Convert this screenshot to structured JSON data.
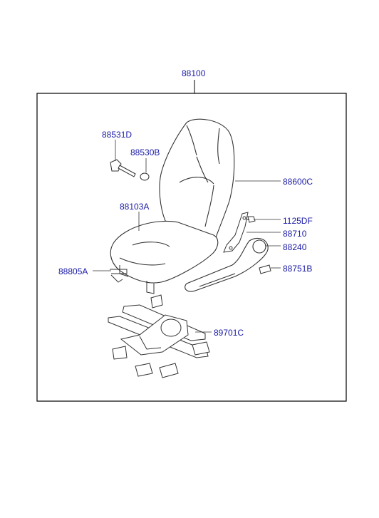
{
  "assembly": {
    "part_number": "88100"
  },
  "parts": [
    {
      "id": "seat-back",
      "part_number": "88600C"
    },
    {
      "id": "bolt",
      "part_number": "88531D"
    },
    {
      "id": "washer",
      "part_number": "88530B"
    },
    {
      "id": "seat-cushion",
      "part_number": "88103A"
    },
    {
      "id": "screw",
      "part_number": "1125DF"
    },
    {
      "id": "bracket",
      "part_number": "88710"
    },
    {
      "id": "recliner-cover",
      "part_number": "88240"
    },
    {
      "id": "cover-clip",
      "part_number": "88751B"
    },
    {
      "id": "track-handle",
      "part_number": "88805A"
    },
    {
      "id": "seat-track",
      "part_number": "89701C"
    }
  ],
  "colors": {
    "label": "#1a1aa6",
    "line": "#333333",
    "frame": "#000000"
  }
}
